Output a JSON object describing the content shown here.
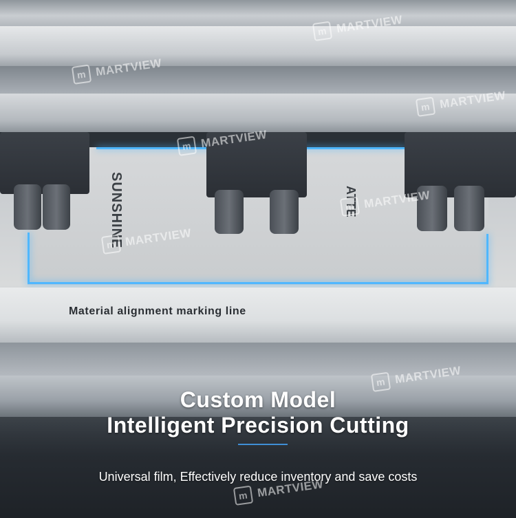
{
  "image": {
    "machine_label": "Material alignment marking line",
    "film_brand": "SUNSHINE",
    "film_notice": "ATTE"
  },
  "watermark": {
    "text": "MARTVIEW",
    "icon": "m-logo-icon"
  },
  "headline": {
    "line1": "Custom Model",
    "line2": "Intelligent Precision Cutting"
  },
  "subtitle": "Universal film, Effectively reduce inventory and save costs",
  "colors": {
    "accent_line": "#3f8fd6",
    "glow": "#4fb7ff",
    "text": "#ffffff"
  }
}
